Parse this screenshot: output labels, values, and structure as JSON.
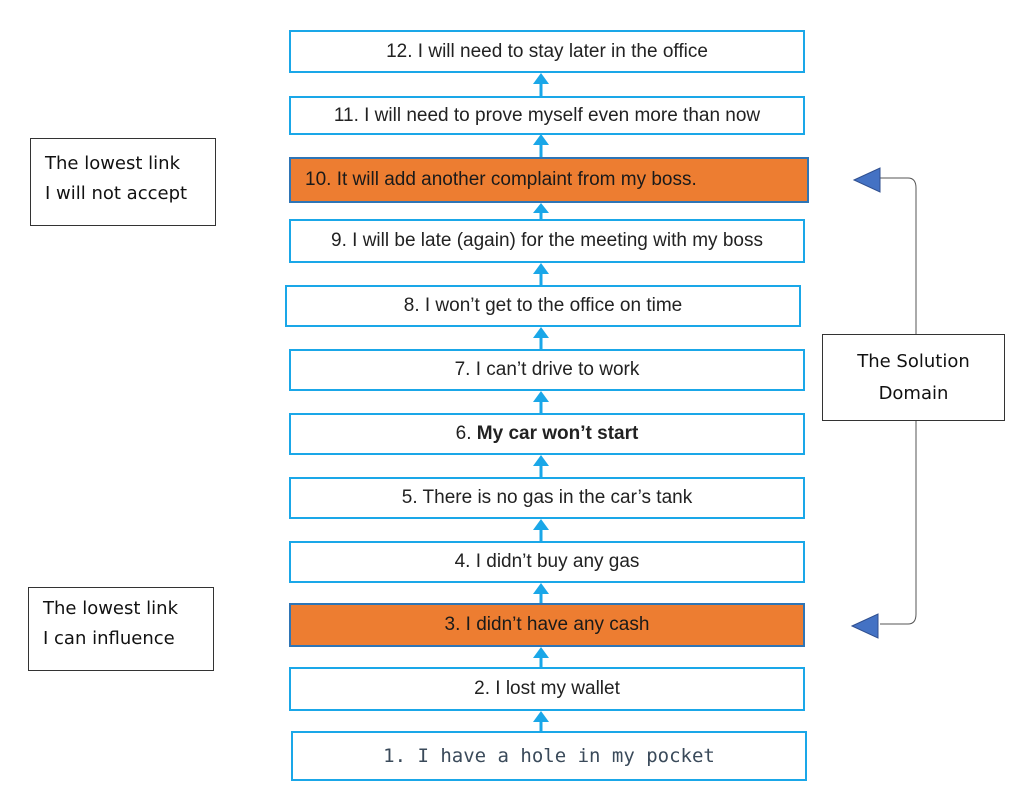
{
  "chain": [
    {
      "id": 12,
      "text": "12. I will need to stay later in the office"
    },
    {
      "id": 11,
      "text": "11. I will need to prove myself even more than now"
    },
    {
      "id": 10,
      "text": "10. It will add another complaint from my boss."
    },
    {
      "id": 9,
      "text": "9. I will be late (again) for the meeting with my boss"
    },
    {
      "id": 8,
      "text": "8. I won’t get to the office on time"
    },
    {
      "id": 7,
      "text": "7. I can’t drive to work"
    },
    {
      "id": 6,
      "prefix": "6. ",
      "bold": "My car won’t start"
    },
    {
      "id": 5,
      "text": "5. There is no gas in the car’s tank"
    },
    {
      "id": 4,
      "text": "4. I didn’t buy any gas"
    },
    {
      "id": 3,
      "text": "3. I didn’t have any cash"
    },
    {
      "id": 2,
      "text": "2. I lost my wallet"
    },
    {
      "id": 1,
      "text": "1. I have a hole in my pocket"
    }
  ],
  "notes": {
    "lowest_accept": {
      "line1": "The lowest link",
      "line2": "I will not accept"
    },
    "lowest_influence": {
      "line1": "The lowest link",
      "line2": "I can influence"
    },
    "solution_domain": {
      "line1": "The Solution",
      "line2": "Domain"
    }
  },
  "colors": {
    "box_border": "#1aa7e8",
    "arrow": "#1aa7e8",
    "highlight_fill": "#ed7d31",
    "highlight_border": "#2e75b6",
    "pointer_fill": "#4472c4"
  }
}
